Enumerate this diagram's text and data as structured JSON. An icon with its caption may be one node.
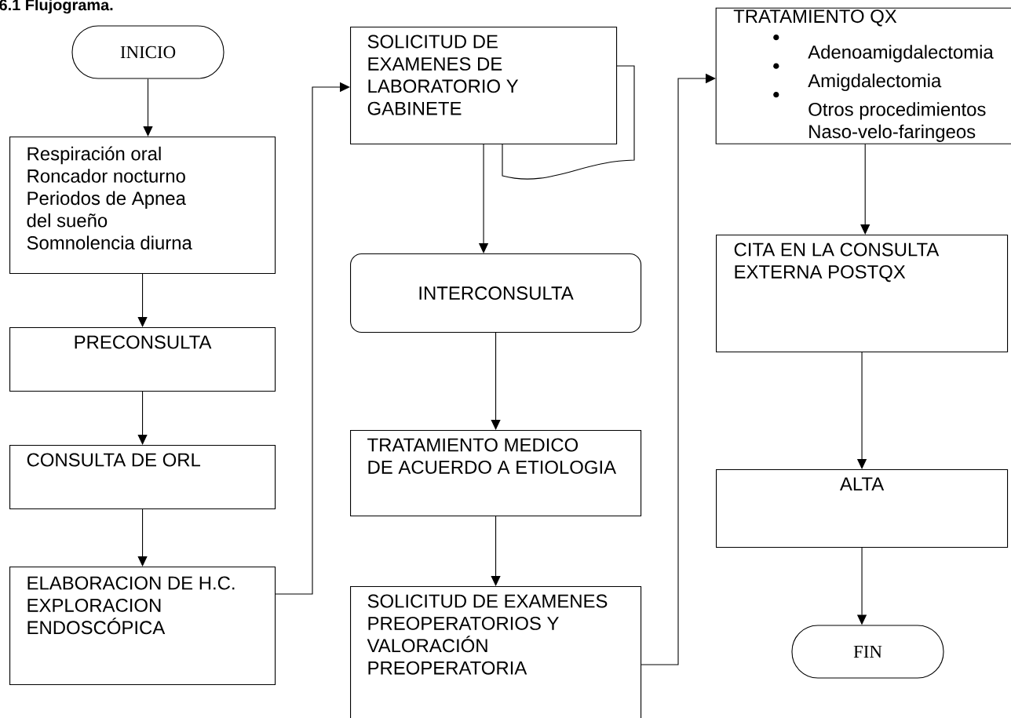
{
  "diagram": {
    "title": "6.1 Flujograma.",
    "nodes": [
      {
        "text": [
          "INICIO"
        ]
      },
      {
        "text": [
          "Respiración oral",
          "Roncador nocturno",
          "Periodos de Apnea del sueño",
          "Somnolencia diurna"
        ]
      },
      {
        "text": [
          "PRECONSULTA"
        ]
      },
      {
        "text": [
          "CONSULTA DE ORL"
        ]
      },
      {
        "text": [
          "ELABORACION DE H.C.",
          "EXPLORACION",
          "ENDOSCÓPICA"
        ]
      },
      {
        "text": [
          "SOLICITUD DE EXAMENES DE LABORATORIO Y GABINETE"
        ]
      },
      {
        "text": [
          "INTERCONSULTA"
        ]
      },
      {
        "text": [
          "TRATAMIENTO MEDICO",
          "DE ACUERDO A ETIOLOGIA"
        ]
      },
      {
        "text": [
          "SOLICITUD DE EXAMENES PREOPERATORIOS Y VALORACIÓN PREOPERATORIA"
        ]
      },
      {
        "text": [
          "TRATAMIENTO QX",
          "Adenoamigdalectomia",
          "Amigdalectomia",
          "Otros procedimientos Naso-velo-faringeos"
        ]
      },
      {
        "text": [
          "CITA EN LA CONSULTA EXTERNA POSTQX"
        ]
      },
      {
        "text": [
          "ALTA"
        ]
      },
      {
        "text": [
          "FIN"
        ]
      }
    ],
    "edges": [
      {
        "from": 0,
        "to": 1,
        "arrow": "to"
      },
      {
        "from": 1,
        "to": 2,
        "arrow": "to"
      },
      {
        "from": 2,
        "to": 3,
        "arrow": "to"
      },
      {
        "from": 3,
        "to": 4,
        "arrow": "to"
      },
      {
        "from": 4,
        "to": 5,
        "arrow": "to"
      },
      {
        "from": 5,
        "to": 6,
        "arrow": "to"
      },
      {
        "from": 6,
        "to": 7,
        "arrow": "to"
      },
      {
        "from": 7,
        "to": 8,
        "arrow": "to"
      },
      {
        "from": 8,
        "to": 9,
        "arrow": "to"
      },
      {
        "from": 9,
        "to": 10,
        "arrow": "to"
      },
      {
        "from": 10,
        "to": 11,
        "arrow": "to"
      },
      {
        "from": 11,
        "to": 12,
        "arrow": "to"
      }
    ]
  }
}
